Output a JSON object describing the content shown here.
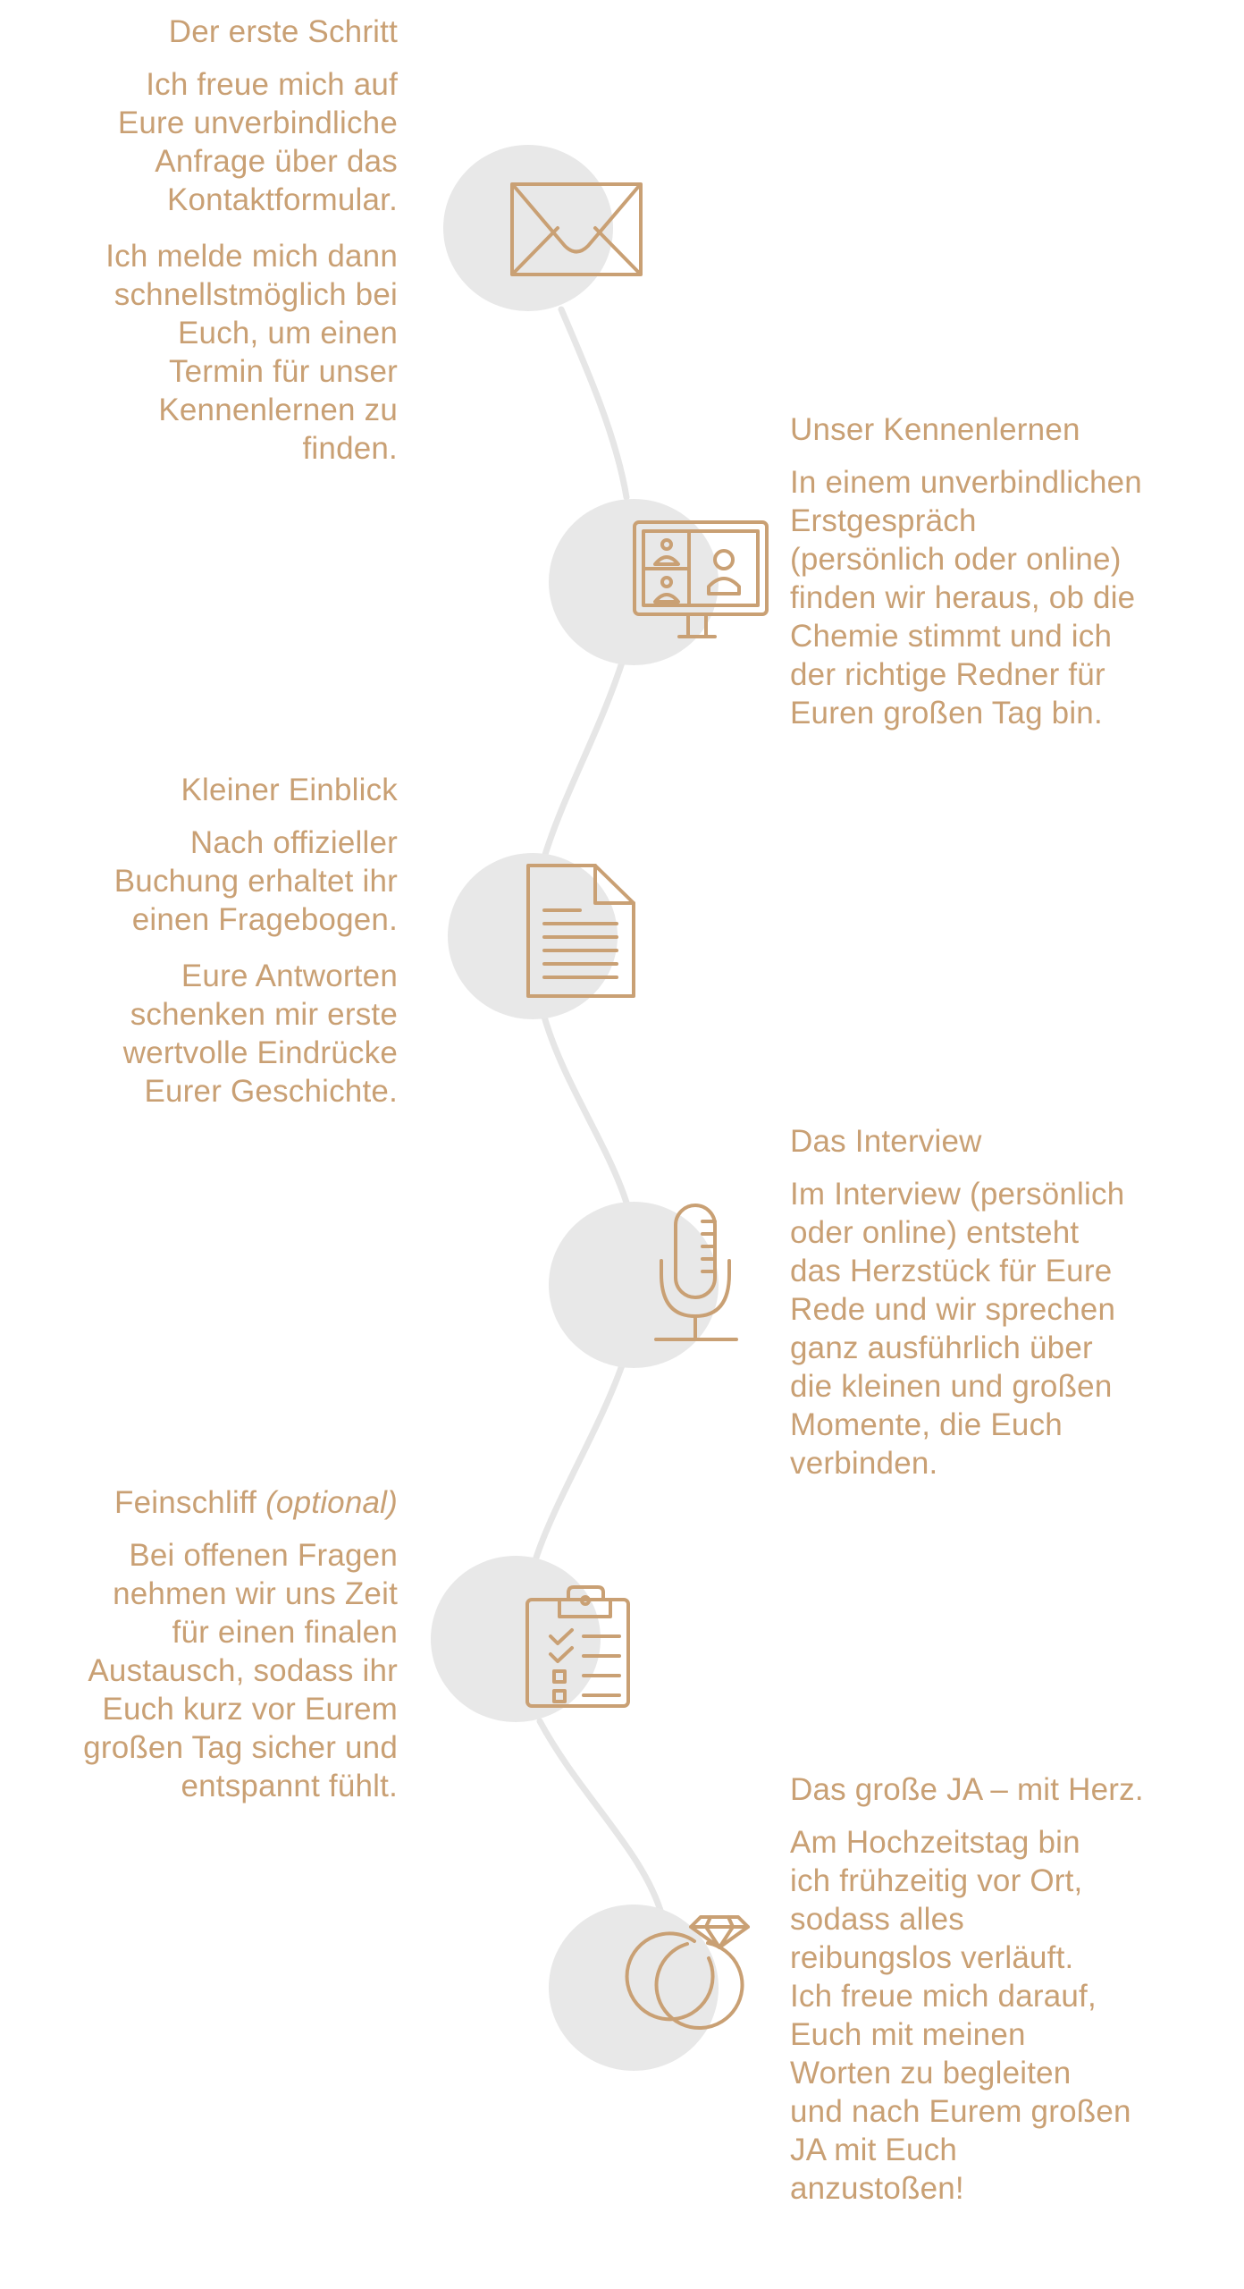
{
  "colors": {
    "accent": "#c9a074",
    "circle": "#e8e8e8",
    "path": "#e6e6e6"
  },
  "steps": [
    {
      "title": "Der erste Schritt",
      "title_note": "",
      "icon": "envelope-icon",
      "side": "left",
      "paragraphs": [
        [
          "Ich freue mich auf",
          "Eure unverbindliche",
          "Anfrage über das",
          "Kontaktformular."
        ],
        [
          "Ich melde mich dann",
          "schnellstmöglich bei",
          "Euch, um einen",
          "Termin für unser",
          "Kennenlernen zu",
          "finden."
        ]
      ]
    },
    {
      "title": "Unser Kennenlernen",
      "title_note": "",
      "icon": "video-call-icon",
      "side": "right",
      "paragraphs": [
        [
          "In einem unverbindlichen",
          "Erstgespräch",
          "(persönlich oder online)",
          "finden wir heraus, ob die",
          "Chemie stimmt und ich",
          "der richtige Redner für",
          "Euren großen Tag bin."
        ]
      ]
    },
    {
      "title": "Kleiner Einblick",
      "title_note": "",
      "icon": "document-icon",
      "side": "left",
      "paragraphs": [
        [
          "Nach offizieller",
          "Buchung erhaltet ihr",
          "einen Fragebogen."
        ],
        [
          "Eure Antworten",
          "schenken mir erste",
          "wertvolle Eindrücke",
          "Eurer Geschichte."
        ]
      ]
    },
    {
      "title": "Das Interview",
      "title_note": "",
      "icon": "microphone-icon",
      "side": "right",
      "paragraphs": [
        [
          "Im Interview (persönlich",
          "oder online) entsteht",
          "das Herzstück für Eure",
          "Rede und wir sprechen",
          "ganz ausführlich über",
          "die kleinen und großen",
          "Momente, die Euch",
          "verbinden."
        ]
      ]
    },
    {
      "title": "Feinschliff",
      "title_note": "(optional)",
      "icon": "clipboard-checklist-icon",
      "side": "left",
      "paragraphs": [
        [
          "Bei offenen Fragen",
          "nehmen wir uns Zeit",
          "für einen finalen",
          "Austausch, sodass ihr",
          "Euch kurz vor Eurem",
          "großen Tag sicher und",
          "entspannt fühlt."
        ]
      ]
    },
    {
      "title": "Das große JA – mit Herz.",
      "title_note": "",
      "icon": "wedding-rings-icon",
      "side": "right",
      "paragraphs": [
        [
          "Am Hochzeitstag bin",
          "ich frühzeitig vor Ort,",
          "sodass alles",
          "reibungslos verläuft.",
          "Ich freue mich darauf,",
          "Euch mit meinen",
          "Worten zu begleiten",
          "und nach Eurem großen",
          "JA mit Euch",
          "anzustoßen!"
        ]
      ]
    }
  ]
}
